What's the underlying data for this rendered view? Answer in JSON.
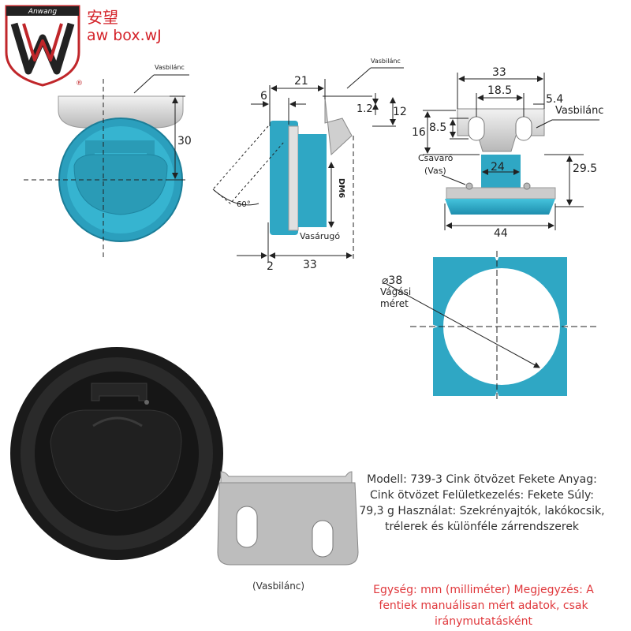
{
  "brand": {
    "logo_text": "Anwang",
    "name_cn": "安望",
    "store": "aw box.wJ",
    "registered": "®"
  },
  "drawing": {
    "front_view": {
      "bracket_label": "Vasbilánc",
      "height": "30"
    },
    "side_view": {
      "bracket_label": "Vasbilánc",
      "dim_6": "6",
      "dim_21": "21",
      "dim_1_2": "1.2",
      "dim_12": "12",
      "angle": "60°",
      "thread": "DM6",
      "spring": "Vasárugó",
      "dim_2": "2",
      "dim_33": "33"
    },
    "top_view": {
      "dim_33": "33",
      "dim_18_5": "18.5",
      "dim_5_4": "5.4",
      "bracket_label": "Vasbilánc",
      "dim_16": "16",
      "dim_8_5": "8.5",
      "screw_label_1": "Csavaró",
      "screw_label_2": "(Vas)",
      "dim_24": "24",
      "dim_29_5": "29.5",
      "dim_44": "44"
    },
    "cutout": {
      "diameter": "⌀38",
      "label_1": "Vágási",
      "label_2": "méret"
    },
    "colors": {
      "accent": "#2fa7c4",
      "metal": "#d8d8d8",
      "line": "#222222"
    }
  },
  "product": {
    "caption": "(Vasbilánc)",
    "specs": "Modell: 739-3 Cink ötvözet Fekete Anyag: Cink ötvözet Felületkezelés: Fekete Súly: 79,3 g Használat: Szekrényajtók, lakókocsik, trélerek és különféle zárrendszerek",
    "note": "Egység: mm (milliméter) Megjegyzés: A fentiek manuálisan mért adatok, csak iránymutatásként"
  }
}
